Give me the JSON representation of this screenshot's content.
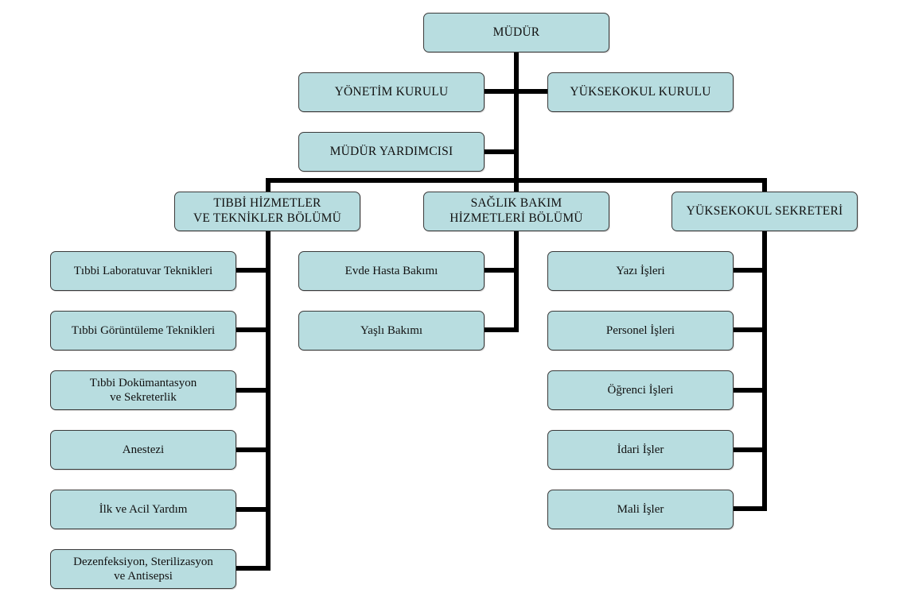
{
  "colors": {
    "box_fill": "#b8dde0",
    "box_border": "#3a3a3a",
    "connector": "#000000"
  },
  "org_chart": {
    "director": "MÜDÜR",
    "management_board": "YÖNETİM KURULU",
    "school_board": "YÜKSEKOKUL KURULU",
    "deputy_director": "MÜDÜR YARDIMCISI",
    "departments": [
      {
        "title": "TIBBİ HİZMETLER\nVE TEKNİKLER BÖLÜMÜ",
        "units": [
          "Tıbbi Laboratuvar Teknikleri",
          "Tıbbi Görüntüleme Teknikleri",
          "Tıbbi Dokümantasyon\nve Sekreterlik",
          "Anestezi",
          "İlk ve Acil Yardım",
          "Dezenfeksiyon, Sterilizasyon\nve Antisepsi"
        ]
      },
      {
        "title": "SAĞLIK BAKIM\nHİZMETLERİ BÖLÜMÜ",
        "units": [
          "Evde Hasta Bakımı",
          "Yaşlı Bakımı"
        ]
      },
      {
        "title": "YÜKSEKOKUL SEKRETERİ",
        "units": [
          "Yazı İşleri",
          "Personel İşleri",
          "Öğrenci İşleri",
          "İdari İşler",
          "Mali İşler"
        ]
      }
    ]
  }
}
